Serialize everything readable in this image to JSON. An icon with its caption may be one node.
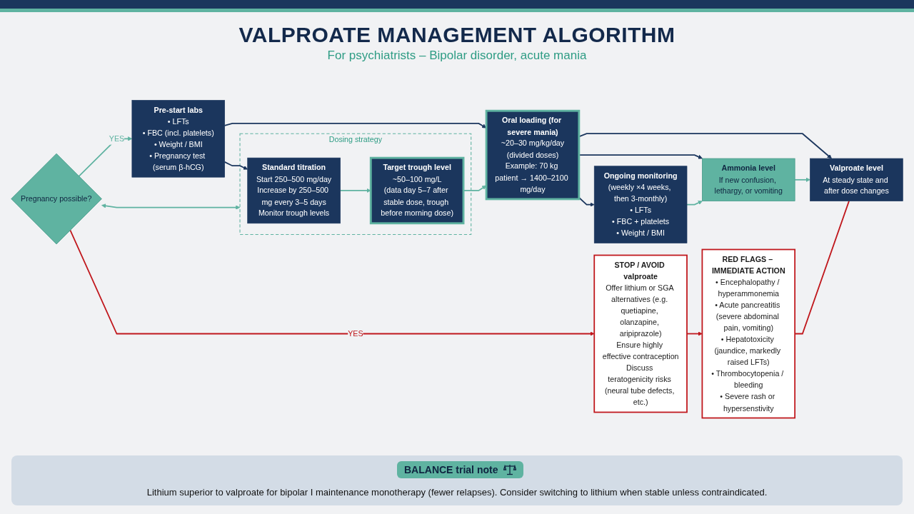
{
  "diagram": {
    "title": "VALPROATE MANAGEMENT ALGORITHM",
    "nodes": [
      {
        "text": [
          "Pregnancy possible?"
        ]
      },
      {
        "text": [
          "STOP / AVOID valproate",
          "Offer lithium or SGA alternatives (e.g. quetiapine, olanzapine, aripiprazole)",
          "Ensure highly effective contraception",
          "Discuss teratogenicity risks (neural tube defects, etc.)"
        ]
      },
      {
        "text": [
          "Pre-start labs",
          "• LFTs",
          "• FBC (incl. platelets)",
          "• Weight / BMI",
          "• Pregnancy test (serum β-hCG)"
        ]
      },
      {
        "text": [
          "RED FLAGS – IMMEDIATE ACTION",
          "• Encephalopathy / hyperammonemia",
          "• Acute pancreatitis (severe abdominal pain, vomiting)",
          "• Hepatotoxicity (jaundice, markedly raised LFTs)",
          "• Thrombocytopenia / bleeding",
          "• Severe rash or hypersenstivity"
        ]
      },
      {
        "text": [
          "Dosing strategy"
        ]
      },
      {
        "text": [
          "Standard titration",
          "Start 250–500 mg/day",
          "Increase by 250–500 mg every 3–5 days",
          "Monitor trough levels"
        ],
        "in": 4
      },
      {
        "text": [
          "Target trough level",
          "~50–100 mg/L",
          "(data day 5–7 after stable dose, trough before morning dose)"
        ],
        "in": 4
      },
      {
        "text": [
          "Oral loading (for severe mania)",
          "~20–30 mg/kg/day",
          "(divided doses)",
          "Example: 70 kg patient → 1400–2100 mg/day"
        ]
      },
      {
        "text": [
          "Ongoing monitoring",
          "(weekly ×4 weeks, then 3-monthly)",
          "• LFTs",
          "• FBC + platelets",
          "• Weight / BMI"
        ]
      },
      {
        "text": [
          "Ammonia level",
          "If new confusion, lethargy, or vomiting"
        ]
      },
      {
        "text": [
          "Valproate level",
          "At steady state and after dose changes"
        ]
      }
    ],
    "edges": [
      {
        "from": 0,
        "to": 1,
        "arrow": "to",
        "label": "YES",
        "color": "#c0171c"
      },
      {
        "from": 0,
        "to": 2,
        "arrow": "to",
        "label": "YES",
        "color": "#5fb3a1"
      },
      {
        "from": 1,
        "to": 3,
        "arrow": "to",
        "color": "#c0171c"
      },
      {
        "from": 2,
        "to": 5,
        "arrow": "to",
        "color": "#1b365d"
      },
      {
        "from": 2,
        "to": 7,
        "arrow": "to",
        "color": "#1b365d"
      },
      {
        "from": 0,
        "to": 4,
        "arrow": "both",
        "color": "#5fb3a1"
      },
      {
        "from": 5,
        "to": 6,
        "arrow": "to",
        "color": "#5fb3a1"
      },
      {
        "from": 6,
        "to": 7,
        "arrow": "to",
        "color": "#5fb3a1"
      },
      {
        "from": 7,
        "to": 8,
        "arrow": "to",
        "color": "#1b365d"
      },
      {
        "from": 7,
        "to": 9,
        "arrow": "to",
        "color": "#1b365d"
      },
      {
        "from": 7,
        "to": 10,
        "arrow": "to",
        "color": "#1b365d"
      },
      {
        "from": 8,
        "to": 9,
        "arrow": "to",
        "color": "#5fb3a1"
      },
      {
        "from": 9,
        "to": 10,
        "arrow": "to",
        "color": "#5fb3a1"
      },
      {
        "from": 3,
        "to": 10,
        "arrow": "none",
        "color": "#c0171c"
      }
    ],
    "labels": [
      "For psychiatrists – Bipolar disorder, acute mania",
      "BALANCE trial note",
      "Lithium superior to valproate for bipolar I maintenance monotherapy (fewer relapses). Consider switching to lithium when stable unless contraindicated."
    ]
  }
}
